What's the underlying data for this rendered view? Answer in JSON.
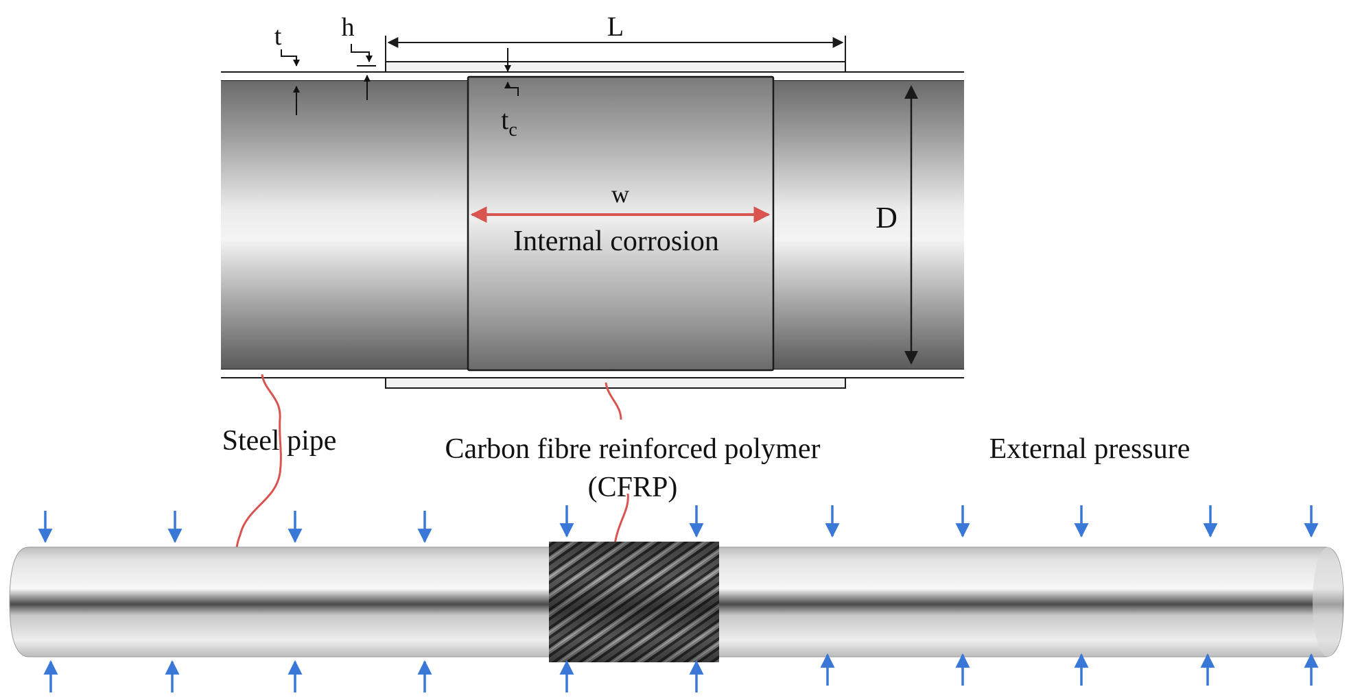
{
  "labels": {
    "t": "t",
    "h": "h",
    "L": "L",
    "tc_main": "t",
    "tc_sub": "c",
    "w": "w",
    "D": "D",
    "internal_corrosion": "Internal corrosion",
    "steel_pipe": "Steel pipe",
    "cfrp_line1": "Carbon fibre reinforced polymer",
    "cfrp_line2": "(CFRP)",
    "external_pressure": "External pressure"
  },
  "colors": {
    "dimension_line": "#1a1a1a",
    "corrosion_arrow": "#d9534f",
    "leader_line": "#d9534f",
    "pressure_arrow": "#3a78d8",
    "steel_dark": "#555555",
    "steel_light": "#e8e8e8",
    "cfrp_dark": "#2a2a2a"
  },
  "icons": {
    "pressure_arrow_top": "arrow-down-icon",
    "pressure_arrow_bottom": "arrow-up-icon"
  }
}
